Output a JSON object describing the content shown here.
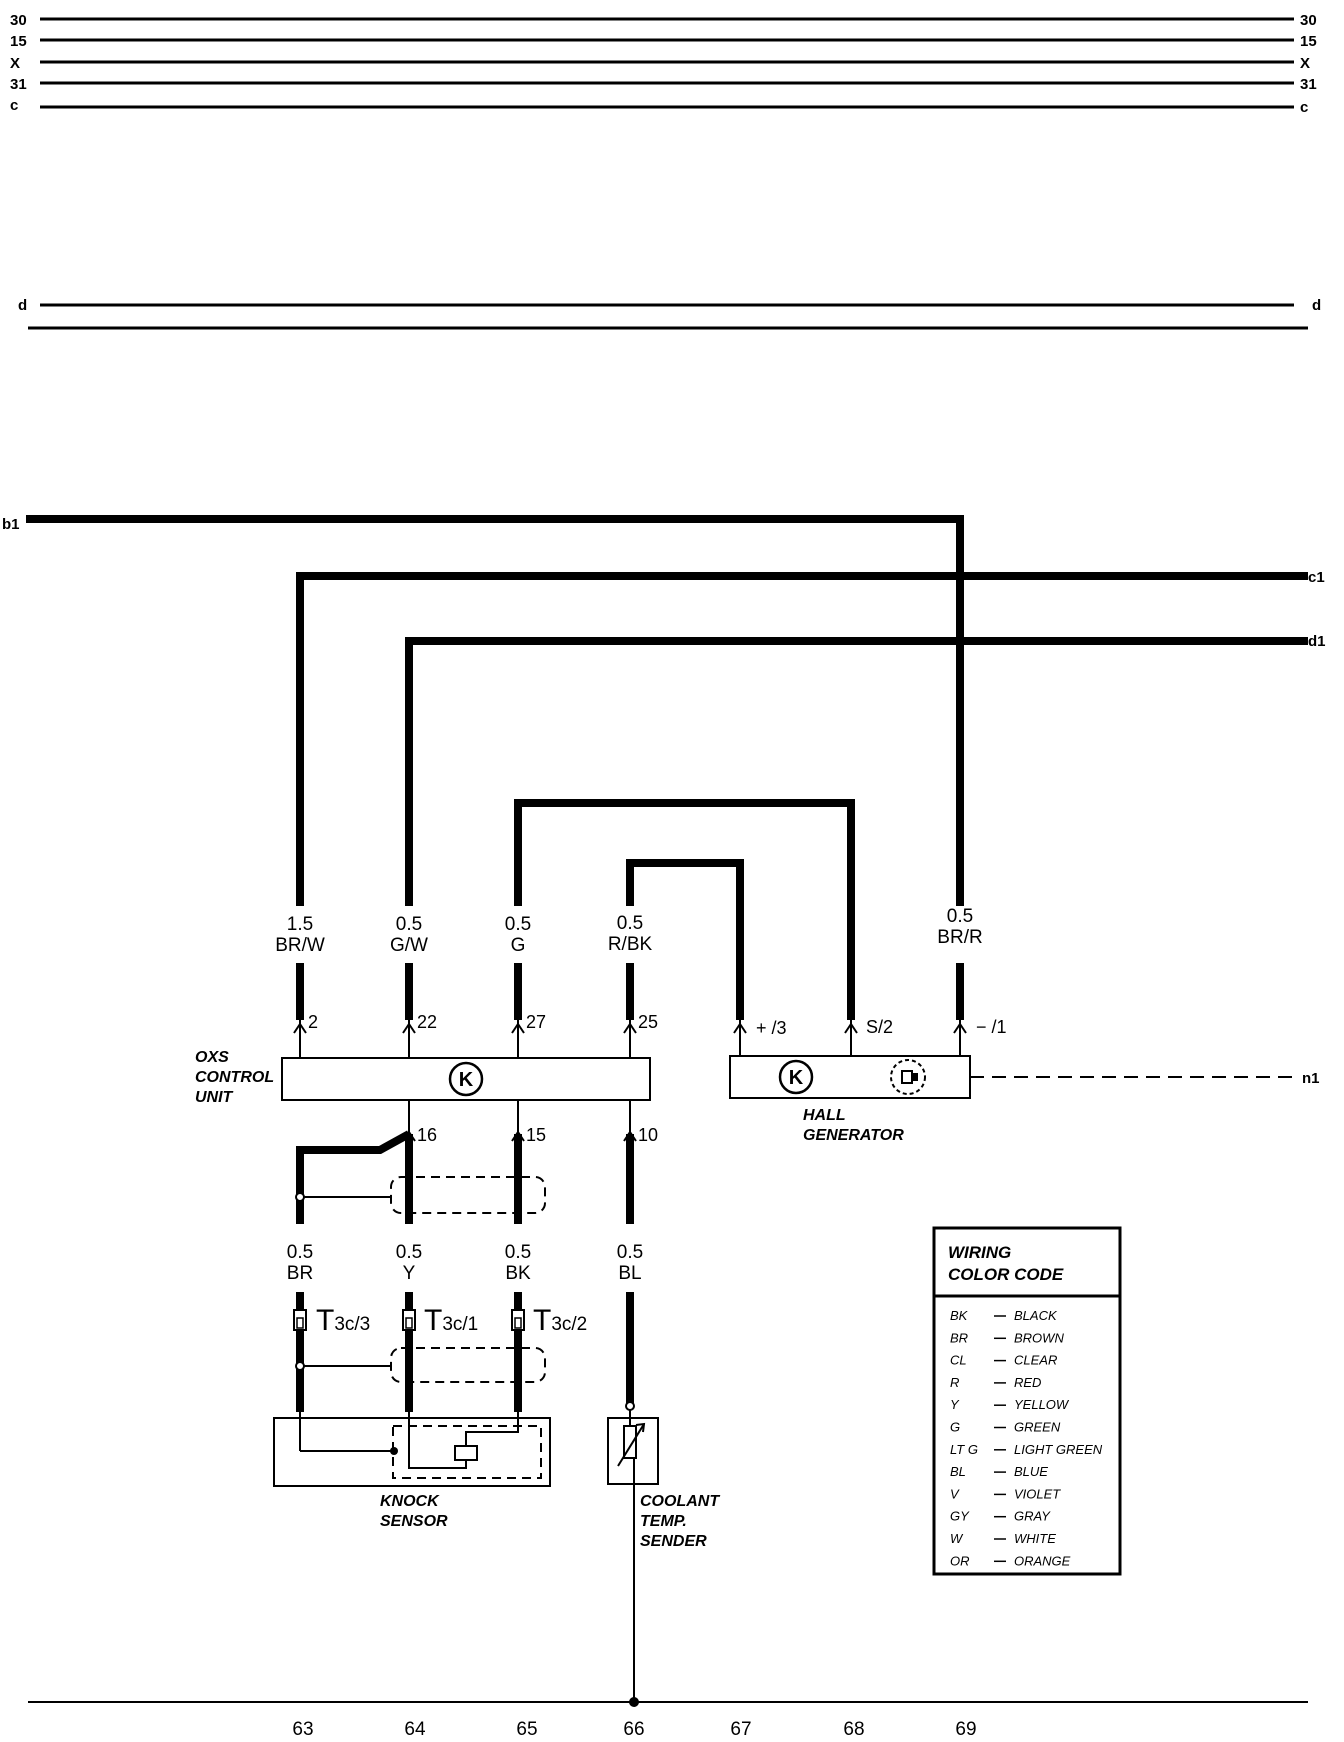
{
  "bus_lines": {
    "left_labels": [
      "30",
      "15",
      "X",
      "31",
      "c",
      "d",
      "b1"
    ],
    "right_labels": [
      "30",
      "15",
      "X",
      "31",
      "c",
      "d",
      "c1",
      "d1",
      "n1"
    ]
  },
  "wires": [
    {
      "gauge": "1.5",
      "color": "BR/W",
      "pin": "2"
    },
    {
      "gauge": "0.5",
      "color": "G/W",
      "pin": "22"
    },
    {
      "gauge": "0.5",
      "color": "G",
      "pin": "27"
    },
    {
      "gauge": "0.5",
      "color": "R/BK",
      "pin": "25"
    },
    {
      "gauge": "0.5",
      "color": "BR/R",
      "pin": "− /1"
    }
  ],
  "hall_pins": [
    "+ /3",
    "S/2",
    "− /1"
  ],
  "lower_wires": [
    {
      "gauge": "0.5",
      "color": "BR",
      "pin": ""
    },
    {
      "gauge": "0.5",
      "color": "Y",
      "pin": "16"
    },
    {
      "gauge": "0.5",
      "color": "BK",
      "pin": "15"
    },
    {
      "gauge": "0.5",
      "color": "BL",
      "pin": "10"
    }
  ],
  "connectors": [
    {
      "main": "T",
      "sub": "3c/3"
    },
    {
      "main": "T",
      "sub": "3c/1"
    },
    {
      "main": "T",
      "sub": "3c/2"
    }
  ],
  "components": {
    "oxs": [
      "OXS",
      "CONTROL",
      "UNIT"
    ],
    "hall": [
      "HALL",
      "GENERATOR"
    ],
    "knock": [
      "KNOCK",
      "SENSOR"
    ],
    "coolant": [
      "COOLANT",
      "TEMP.",
      "SENDER"
    ]
  },
  "legend": {
    "title": [
      "WIRING",
      "COLOR CODE"
    ],
    "entries": [
      {
        "code": "BK",
        "name": "BLACK"
      },
      {
        "code": "BR",
        "name": "BROWN"
      },
      {
        "code": "CL",
        "name": "CLEAR"
      },
      {
        "code": "R",
        "name": "RED"
      },
      {
        "code": "Y",
        "name": "YELLOW"
      },
      {
        "code": "G",
        "name": "GREEN"
      },
      {
        "code": "LT G",
        "name": "LIGHT GREEN"
      },
      {
        "code": "BL",
        "name": "BLUE"
      },
      {
        "code": "V",
        "name": "VIOLET"
      },
      {
        "code": "GY",
        "name": "GRAY"
      },
      {
        "code": "W",
        "name": "WHITE"
      },
      {
        "code": "OR",
        "name": "ORANGE"
      }
    ]
  },
  "grid_numbers": [
    "63",
    "64",
    "65",
    "66",
    "67",
    "68",
    "69"
  ]
}
